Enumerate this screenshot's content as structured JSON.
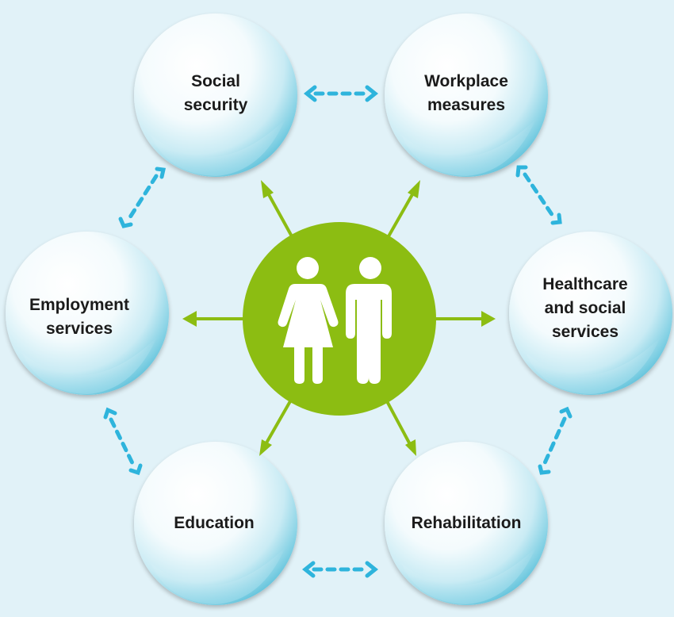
{
  "diagram": {
    "center": {
      "icon": "people-icon",
      "color": "#8cbd12"
    },
    "nodes": [
      {
        "id": "social-security",
        "label": "Social\nsecurity"
      },
      {
        "id": "workplace-measures",
        "label": "Workplace\nmeasures"
      },
      {
        "id": "healthcare-and-social-services",
        "label": "Healthcare\nand social\nservices"
      },
      {
        "id": "rehabilitation",
        "label": "Rehabilitation"
      },
      {
        "id": "education",
        "label": "Education"
      },
      {
        "id": "employment-services",
        "label": "Employment\nservices"
      }
    ],
    "colors": {
      "background": "#e1f2f8",
      "arrow_green": "#8cbd12",
      "dashed_arrow": "#2eb4dc"
    }
  }
}
